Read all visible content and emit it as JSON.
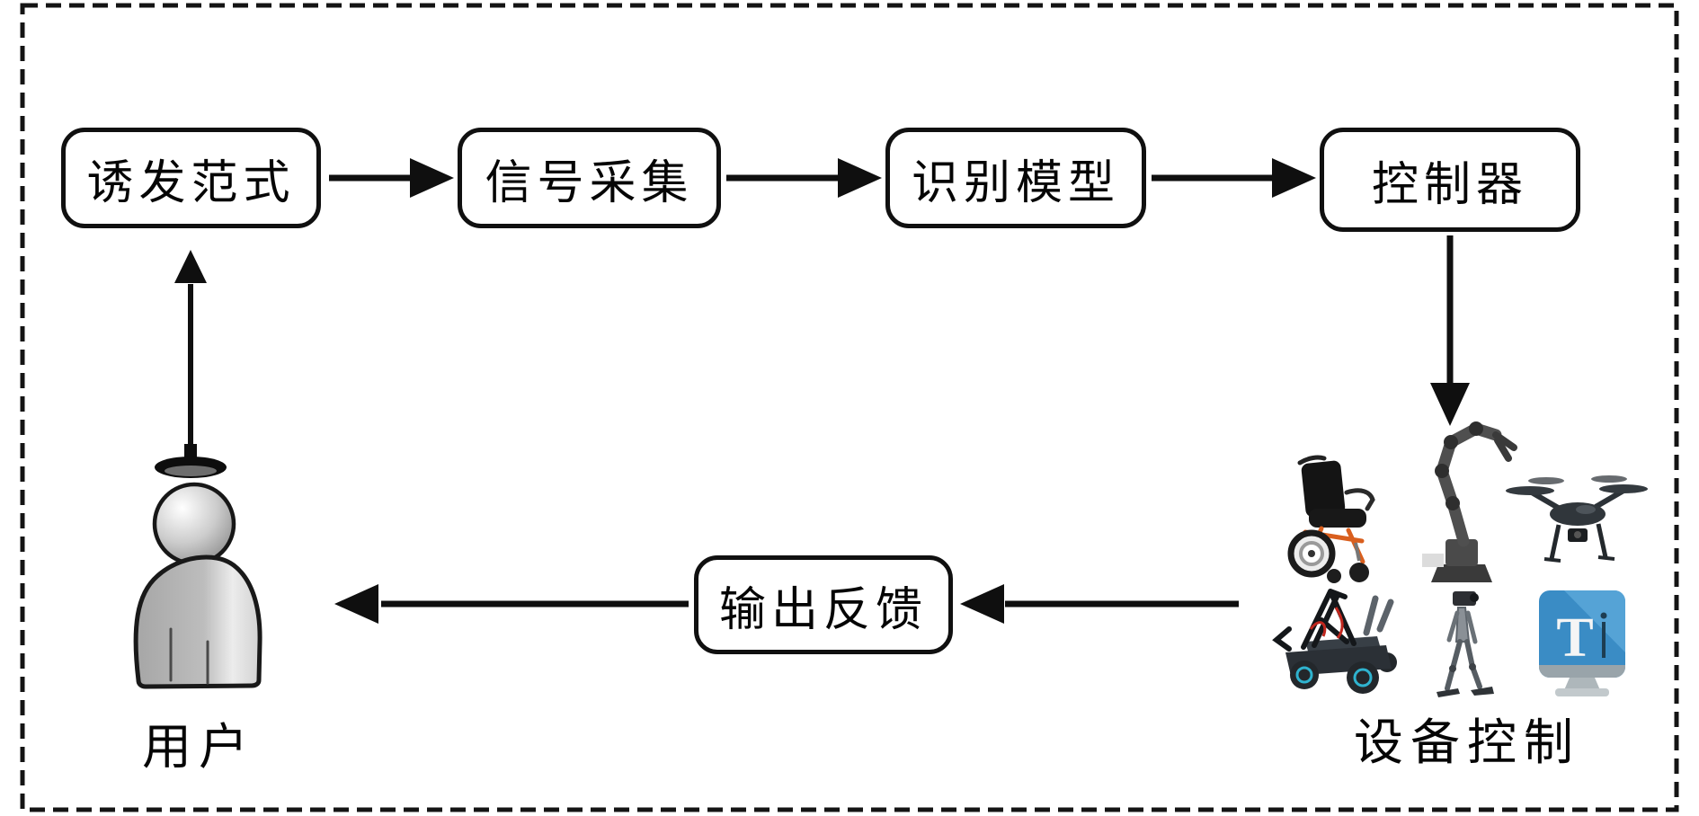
{
  "figure": {
    "type": "flow-diagram",
    "background": "#ffffff",
    "nodes": {
      "paradigm": {
        "label": "诱发范式"
      },
      "acquisition": {
        "label": "信号采集"
      },
      "recognition": {
        "label": "识别模型"
      },
      "controller": {
        "label": "控制器"
      },
      "feedback": {
        "label": "输出反馈"
      }
    },
    "labels": {
      "user": "用户",
      "device_control": "设备控制"
    },
    "speller_glyph": "T",
    "icons": [
      "user-figure",
      "eeg-electrode",
      "wheelchair-icon",
      "robotic-arm-icon",
      "drone-icon",
      "rover-robot-icon",
      "humanoid-robot-icon",
      "text-speller-monitor-icon"
    ],
    "arrows": [
      "paradigm-to-acquisition",
      "acquisition-to-recognition",
      "recognition-to-controller",
      "controller-to-devices",
      "devices-to-feedback",
      "feedback-to-user",
      "user-to-paradigm"
    ],
    "colors": {
      "line": "#0f0f0f",
      "node_fill": "#ffffff",
      "monitor_blue": "#3a8cc5",
      "monitor_blue_light": "#55a3d6",
      "wheelchair_orange": "#d95f1e",
      "wheel_cyan": "#2fb3cf",
      "cable_red": "#c0271e",
      "figure_gray": "#bdbdbd"
    }
  }
}
